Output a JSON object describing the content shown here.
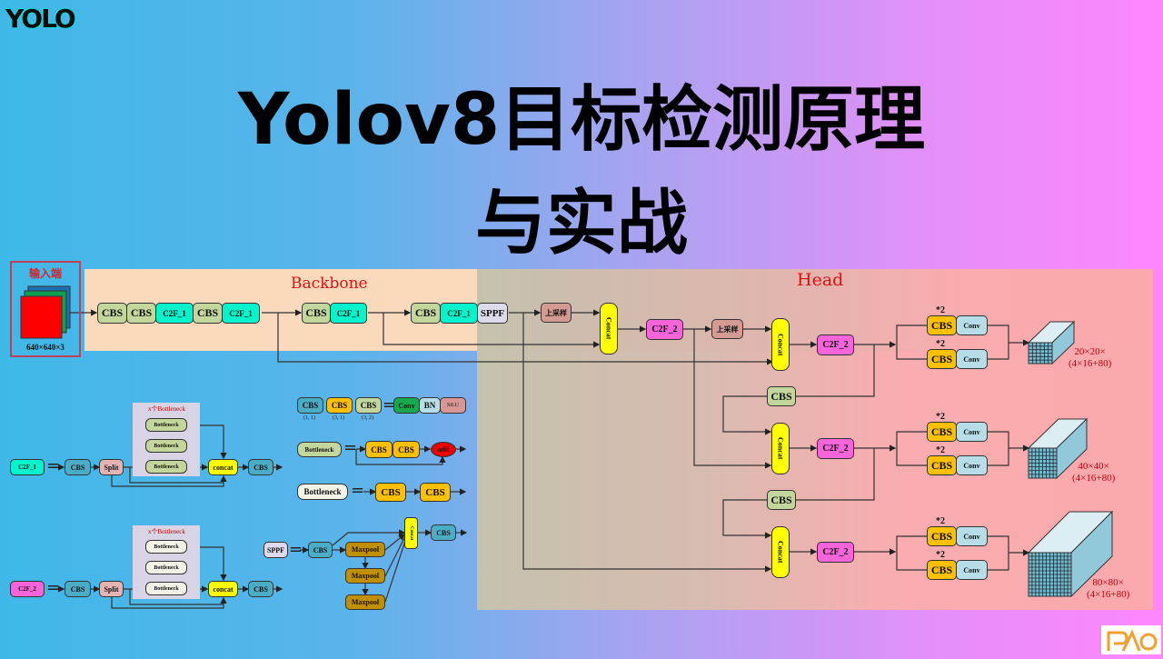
{
  "logo": {
    "text": "YOLO"
  },
  "title": {
    "line1": "Yolov8目标检测原理",
    "line2": "与实战"
  },
  "input": {
    "label": "输入端",
    "size": "640×640×3"
  },
  "sections": {
    "backbone": "Backbone",
    "head": "Head"
  },
  "backbone_blocks": [
    "CBS",
    "CBS",
    "C2F_1",
    "CBS",
    "C2F_1",
    "CBS",
    "C2F_1",
    "CBS",
    "C2F_1",
    "SPPF"
  ],
  "head_blocks": {
    "upsample": "上采样",
    "concat": "Concat",
    "c2f2": "C2F_2",
    "cbs": "CBS",
    "conv": "Conv",
    "repeat": "*2"
  },
  "outputs": [
    {
      "line1": "20×20×",
      "line2": "(4×16+80)"
    },
    {
      "line1": "40×40×",
      "line2": "(4×16+80)"
    },
    {
      "line1": "80×80×",
      "line2": "(4×16+80)"
    }
  ],
  "legend": {
    "cbs_variants": [
      {
        "label": "CBS",
        "params": "(1, 1)"
      },
      {
        "label": "CBS",
        "params": "(3, 1)"
      },
      {
        "label": "CBS",
        "params": "(3, 2)"
      }
    ],
    "cbs_parts": [
      "Conv",
      "BN",
      "SiLU"
    ],
    "bottleneck_res": {
      "label": "Bottleneck",
      "blocks": [
        "CBS",
        "CBS"
      ],
      "add": "add"
    },
    "bottleneck_plain": {
      "label": "Bottleneck",
      "blocks": [
        "CBS",
        "CBS"
      ]
    },
    "equals": "="
  },
  "c2f1_def": {
    "label": "C2F_1",
    "cbs": "CBS",
    "split": "Split",
    "group": "x个Bottleneck",
    "bottleneck": "Bottleneck",
    "concat": "concat",
    "cbs_out": "CBS"
  },
  "c2f2_def": {
    "label": "C2F_2",
    "cbs": "CBS",
    "split": "Split",
    "group": "x个Bottleneck",
    "bottleneck": "Bottleneck",
    "concat": "concat",
    "cbs_out": "CBS"
  },
  "sppf_def": {
    "label": "SPPF",
    "cbs": "CBS",
    "maxpool": "Maxpool",
    "concat": "Concat",
    "cbs_out": "CBS"
  },
  "watermark": "PAO"
}
